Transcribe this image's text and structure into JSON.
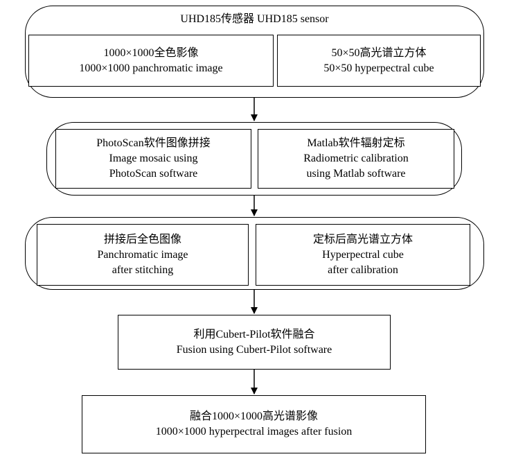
{
  "sensor": {
    "title": "UHD185传感器 UHD185 sensor",
    "pan": [
      "1000×1000全色影像",
      "1000×1000 panchromatic image"
    ],
    "cube": [
      "50×50高光谱立方体",
      "50×50 hyperpectral cube"
    ]
  },
  "processing": {
    "mosaic": [
      "PhotoScan软件图像拼接",
      "Image mosaic using",
      "PhotoScan software"
    ],
    "calibration": [
      "Matlab软件辐射定标",
      "Radiometric calibration",
      "using Matlab software"
    ]
  },
  "outputs": {
    "pan": [
      "拼接后全色图像",
      "Panchromatic image",
      "after stitching"
    ],
    "cube": [
      "定标后高光谱立方体",
      "Hyperpectral cube",
      "after calibration"
    ]
  },
  "fusion": [
    "利用Cubert-Pilot软件融合",
    "Fusion using Cubert-Pilot software"
  ],
  "result": [
    "融合1000×1000高光谱影像",
    "1000×1000 hyperpectral images after fusion"
  ]
}
